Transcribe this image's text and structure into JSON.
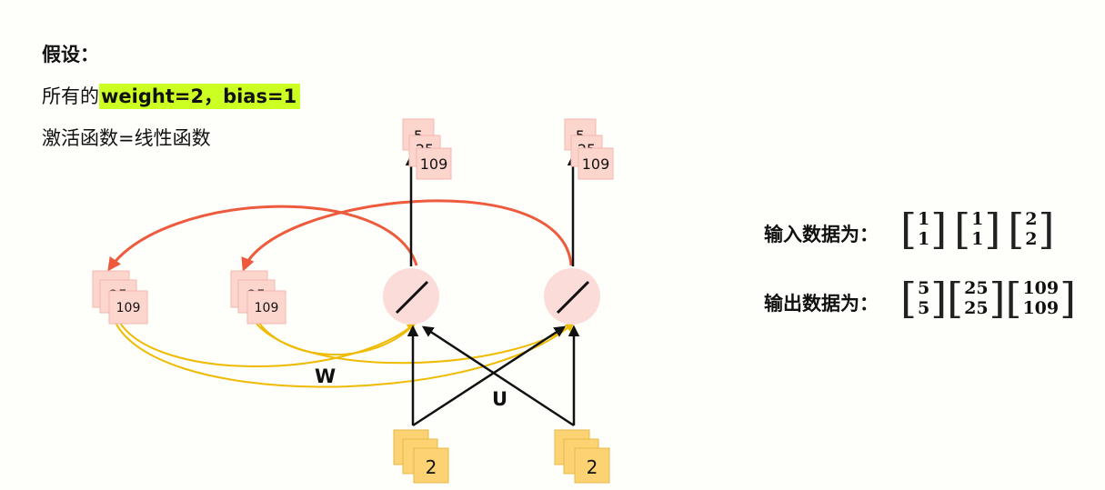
{
  "heading": "假设：",
  "assumption_prefix": "所有的",
  "assumption_highlight": "weight=2，bias=1",
  "activation": "激活函数=线性函数",
  "diagram": {
    "w_label": "W",
    "u_label": "U",
    "input_values": [
      "2",
      "2"
    ],
    "output_front": [
      "109",
      "109"
    ],
    "output_partial": [
      "5",
      "25"
    ],
    "memory_front": [
      "109",
      "109"
    ],
    "memory_partial": [
      "5",
      "25"
    ],
    "colors": {
      "recurrent_arrow": "#ee5a3c",
      "memory_link": "#eebb00",
      "neuron_fill": "#fcdcd8",
      "box_fill": "#fcd5cd",
      "input_fill": "#fcd272",
      "highlight": "#ccff22"
    }
  },
  "right": {
    "input_label": "输入数据为：",
    "inputs": [
      [
        "1",
        "1"
      ],
      [
        "1",
        "1"
      ],
      [
        "2",
        "2"
      ]
    ],
    "output_label": "输出数据为：",
    "outputs": [
      [
        "5",
        "5"
      ],
      [
        "25",
        "25"
      ],
      [
        "109",
        "109"
      ]
    ]
  }
}
